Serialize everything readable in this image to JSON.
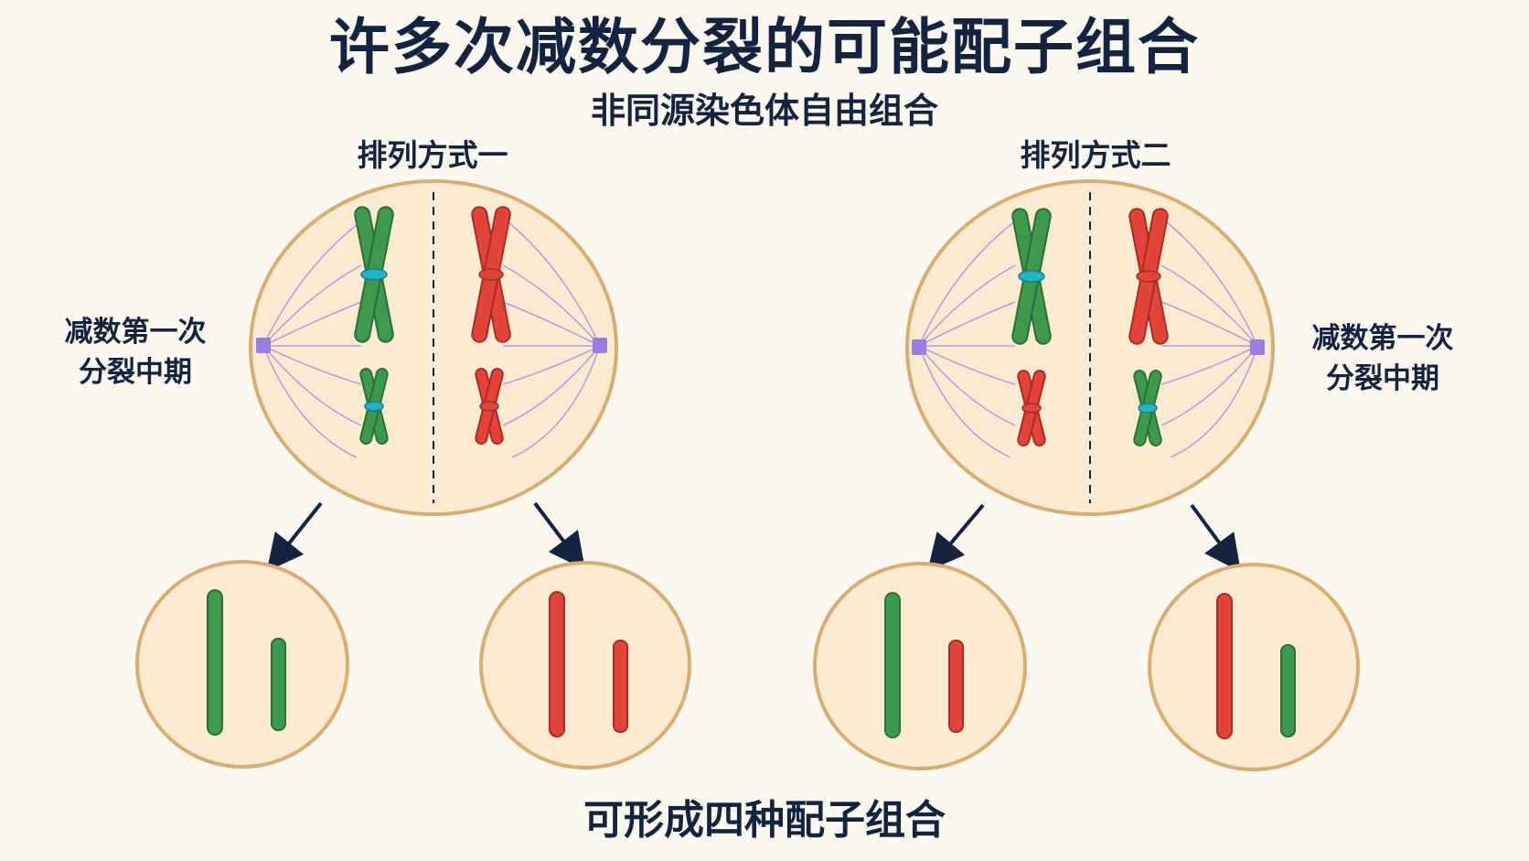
{
  "title": "许多次减数分裂的可能配子组合",
  "subtitle": "非同源染色体自由组合",
  "arrangements": [
    {
      "label": "排列方式一"
    },
    {
      "label": "排列方式二"
    }
  ],
  "stage_label": {
    "line1": "减数第一次",
    "line2": "分裂中期"
  },
  "conclusion": "可形成四种配子组合",
  "colors": {
    "background": "#fdf9f0",
    "cell_fill": "#faebd2",
    "cell_outline": "#d9ad72",
    "chromosome_green": "#3d9a4d",
    "chromosome_red": "#e2443a",
    "centromere_teal": "#22b5c8",
    "spindle": "#a08ad6",
    "arrow": "#14233f"
  }
}
